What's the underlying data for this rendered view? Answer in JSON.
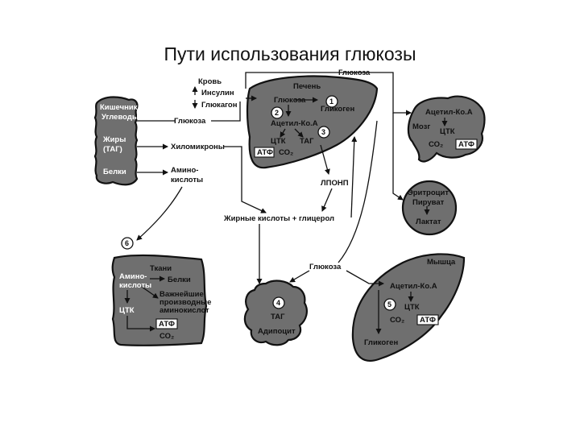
{
  "title": "Пути использования глюкозы",
  "top": {
    "glucose": "Глюкоза"
  },
  "blood": {
    "label": "Кровь",
    "insulin": "Инсулин",
    "glucagon": "Глюкагон"
  },
  "intestine": {
    "label1": "Кишечник",
    "label2": "Углеводы",
    "fats1": "Жиры",
    "fats2": "(ТАГ)",
    "proteins": "Белки"
  },
  "flow": {
    "glucose": "Глюкоза",
    "chylomicrons": "Хиломикроны",
    "amino1": "Амино-",
    "amino2": "кислоты",
    "fatty_acids": "Жирные кислоты + глицерол",
    "lpvlp": "ЛПОНП",
    "glucose_muscle": "Глюкоза"
  },
  "liver": {
    "label": "Печень",
    "glucose": "Глюкоза",
    "glycogen": "Гликоген",
    "acetyl": "Ацетил-Ко.А",
    "tca": "ЦТК",
    "tag": "ТАГ",
    "atp": "АТФ",
    "co2": "СО₂"
  },
  "brain": {
    "label": "Мозг",
    "acetyl": "Ацетил-Ко.А",
    "tca": "ЦТК",
    "co2": "СО₂",
    "atp": "АТФ"
  },
  "rbc": {
    "label": "Эритроцит",
    "pyruvate": "Пируват",
    "lactate": "Лактат"
  },
  "tissues": {
    "label": "Ткани",
    "amino1": "Амино-",
    "amino2": "кислоты",
    "proteins": "Белки",
    "important1": "Важнейшие",
    "important2": "производные",
    "important3": "аминокислот",
    "tca": "ЦТК",
    "atp": "АТФ",
    "co2": "СО₂"
  },
  "adipose": {
    "tag": "ТАГ",
    "label": "Адипоцит"
  },
  "muscle": {
    "label": "Мышца",
    "acetyl": "Ацетил-Ко.А",
    "tca": "ЦТК",
    "co2": "СО₂",
    "atp": "АТФ",
    "glycogen": "Гликоген"
  },
  "numbers": {
    "n1": "1",
    "n2": "2",
    "n3": "3",
    "n4": "4",
    "n5": "5",
    "n6": "6"
  }
}
